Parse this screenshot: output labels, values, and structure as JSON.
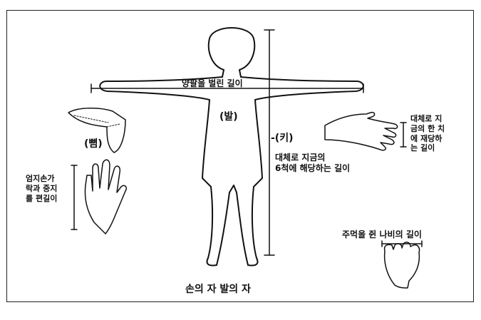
{
  "labels": {
    "arm_span": "양팔을 벌린 길이",
    "foot": "(발)",
    "height": "-(키)",
    "height_desc": [
      "대체로 지금의",
      "6척에 해당하는 길이"
    ],
    "hand_width_desc": [
      "대체로 지",
      "금의 한 치",
      "에 재당하",
      "는 길이"
    ],
    "span_paren": "(뼘)",
    "span_desc": [
      "엄지손가",
      "락과 중지",
      "를 편길이"
    ],
    "fist": "주먹을 쥔 나비의 길이",
    "caption": "손의 자 발의 자"
  }
}
